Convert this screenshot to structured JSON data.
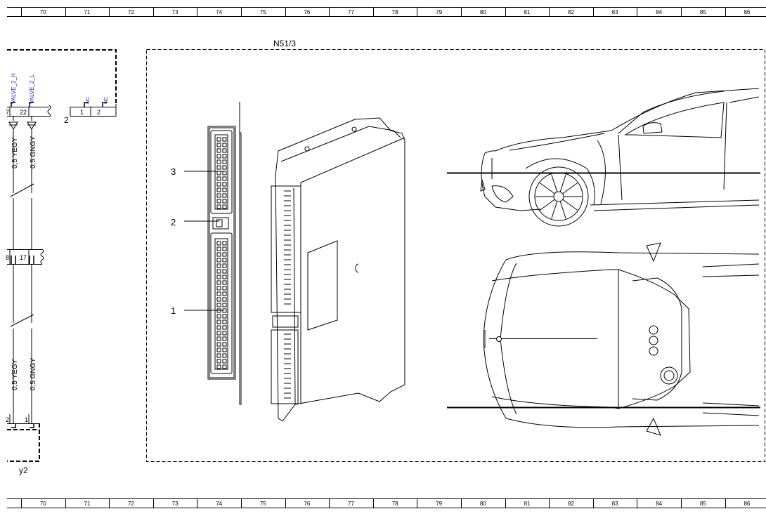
{
  "ruler": {
    "columns": [
      "70",
      "71",
      "72",
      "73",
      "74",
      "75",
      "76",
      "77",
      "78",
      "79",
      "80",
      "81",
      "82",
      "83",
      "84",
      "85",
      "86"
    ]
  },
  "component": {
    "label": "N51/3"
  },
  "ground_connector": {
    "label": "y2"
  },
  "signals": {
    "left": {
      "name": "VALVE_2_H",
      "pin_top": "7",
      "pin_mid": "8",
      "pin_bottom": "2",
      "wire_top": "0,5 YEGY",
      "wire_bottom": "0,5 YEGY"
    },
    "right": {
      "name": "VALVE_2_L",
      "pin_top": "22",
      "pin_mid": "17",
      "pin_bottom": "1",
      "wire_top": "0,5 GNGY",
      "wire_bottom": "0,5 GNGY"
    }
  },
  "nc_connector": {
    "label": "2",
    "nc1": "NC",
    "nc2": "NC",
    "pin1": "1",
    "pin2": "2"
  },
  "callouts": [
    "3",
    "2",
    "1"
  ],
  "colors": {
    "line": "#000000",
    "signal_text": "#2222cc",
    "background": "#ffffff"
  }
}
